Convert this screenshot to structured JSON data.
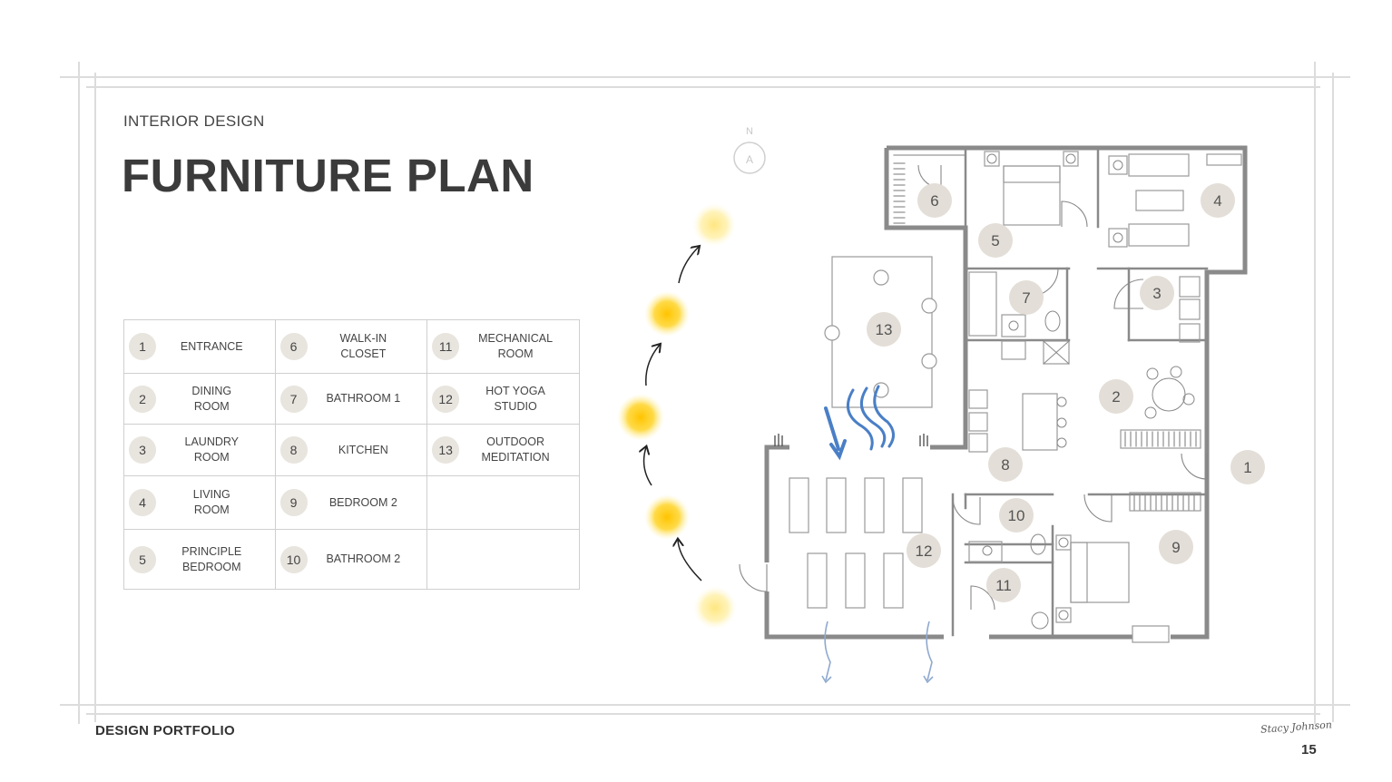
{
  "header": {
    "eyebrow": "INTERIOR DESIGN",
    "title": "FURNITURE PLAN"
  },
  "footer": {
    "label": "DESIGN PORTFOLIO",
    "page": "15",
    "signature": "Stacy Johnson"
  },
  "legend": [
    [
      {
        "n": "1",
        "label": "ENTRANCE"
      },
      {
        "n": "6",
        "label": "WALK-IN\nCLOSET"
      },
      {
        "n": "11",
        "label": "MECHANICAL\nROOM"
      }
    ],
    [
      {
        "n": "2",
        "label": "DINING\nROOM"
      },
      {
        "n": "7",
        "label": "BATHROOM 1"
      },
      {
        "n": "12",
        "label": "HOT YOGA\nSTUDIO"
      }
    ],
    [
      {
        "n": "3",
        "label": "LAUNDRY\nROOM"
      },
      {
        "n": "8",
        "label": "KITCHEN"
      },
      {
        "n": "13",
        "label": "OUTDOOR\nMEDITATION"
      }
    ],
    [
      {
        "n": "4",
        "label": "LIVING\nROOM"
      },
      {
        "n": "9",
        "label": "BEDROOM 2"
      },
      null
    ],
    [
      {
        "n": "5",
        "label": "PRINCIPLE\nBEDROOM"
      },
      {
        "n": "10",
        "label": "BATHROOM 2"
      },
      null
    ]
  ],
  "compass": {
    "north": "N",
    "label": "A"
  },
  "plan_room_numbers": [
    "1",
    "2",
    "3",
    "4",
    "5",
    "6",
    "7",
    "8",
    "9",
    "10",
    "11",
    "12",
    "13"
  ],
  "colors": {
    "wall": "#8a8a8a",
    "marker": "#e3ded7",
    "sun": "#ffd633",
    "wind": "#4a7fc6"
  }
}
